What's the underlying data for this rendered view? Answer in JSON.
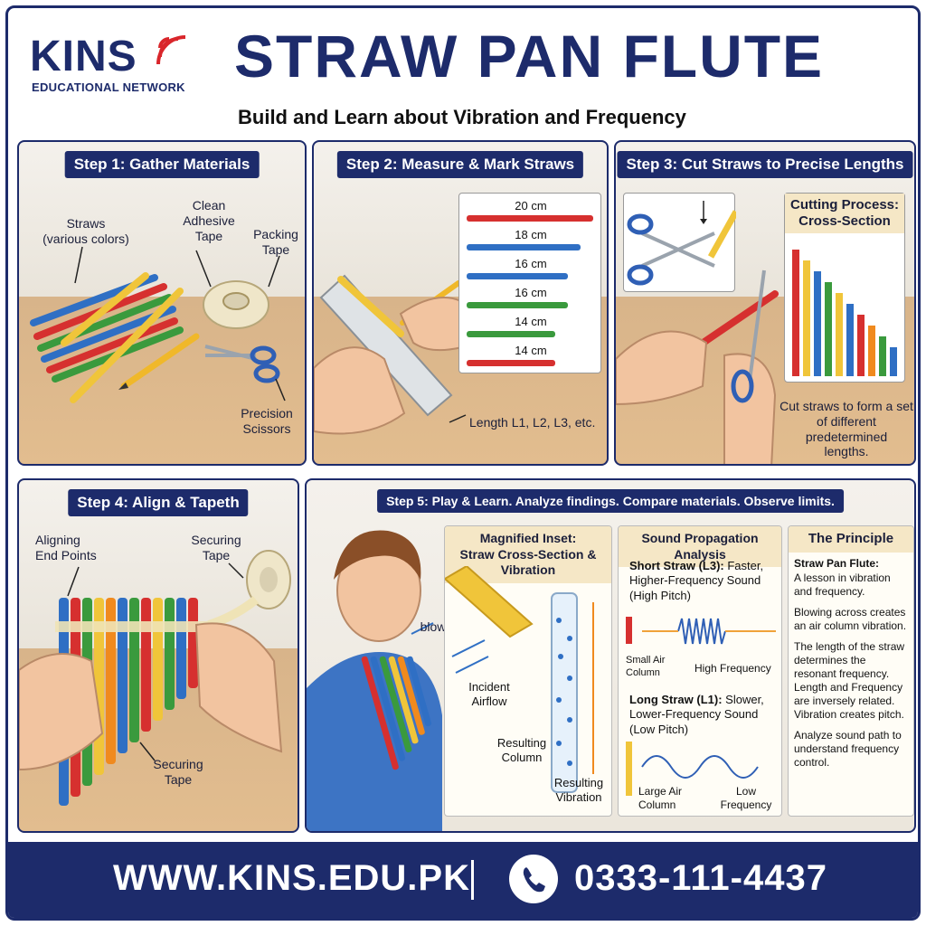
{
  "brand": {
    "name": "KINS",
    "tagline": "EDUCATIONAL NETWORK"
  },
  "header": {
    "title": "STRAW PAN FLUTE",
    "subtitle": "Build and Learn about Vibration and Frequency"
  },
  "step1": {
    "title": "Step 1: Gather Materials",
    "labels": {
      "straws": "Straws\n(various colors)",
      "tape": "Clean\nAdhesive\nTape",
      "packing": "Packing\nTape",
      "scissors": "Precision\nScissors"
    }
  },
  "step2": {
    "title": "Step 2: Measure & Mark Straws",
    "measurements": [
      "20 cm",
      "18 cm",
      "16 cm",
      "16 cm",
      "14 cm",
      "14 cm"
    ],
    "length_label": "Length L1, L2, L3, etc."
  },
  "step3": {
    "title": "Step 3: Cut Straws to Precise Lengths",
    "inset_title": "Cutting Process:\nCross-Section",
    "caption": "Cut straws to form a set\nof different predetermined\nlengths."
  },
  "step4": {
    "title": "Step 4: Align & Tapeth",
    "labels": {
      "align": "Aligning\nEnd Points",
      "securing_top": "Securing\nTape",
      "securing_bottom": "Securing\nTape"
    }
  },
  "step5": {
    "title": "Step 5: Play & Learn. Analyze findings. Compare materials. Observe limits.",
    "blow_label": "blow",
    "magnified": {
      "title": "Magnified Inset:\nStraw Cross-Section & Vibration",
      "incident": "Incident\nAirflow",
      "column": "Resulting\nColumn",
      "vibration": "Resulting\nVibration"
    },
    "analysis": {
      "title": "Sound Propagation Analysis",
      "short_head": "Short Straw (L3):",
      "short_body": " Faster,\nHigher-Frequency Sound\n(High Pitch)",
      "small_air": "Small Air\nColumn",
      "high_freq": "High Frequency",
      "long_head": "Long Straw (L1):",
      "long_body": " Slower,\nLower-Frequency Sound\n(Low Pitch)",
      "large_air": "Large Air\nColumn",
      "low_freq": "Low\nFrequency"
    },
    "principle": {
      "title": "The Principle",
      "head": "Straw Pan Flute:",
      "p1": "A lesson in vibration\nand frequency.",
      "p2": "Blowing across creates\nan air column vibration.",
      "p3": "The length of the straw\ndetermines the\nresonant frequency.\nLength and Frequency\nare inversely related.\nVibration creates pitch.",
      "p4": "Analyze sound path to\nunderstand frequency\ncontrol."
    }
  },
  "footer": {
    "website": "WWW.KINS.EDU.PK",
    "phone": "0333-111-4437"
  },
  "colors": {
    "navy": "#1d2b6b",
    "accent_red": "#d9262b",
    "straw_red": "#d6302f",
    "straw_blue": "#2f6fc4",
    "straw_green": "#3a9a3d",
    "straw_yellow": "#f0c53a",
    "straw_orange": "#f08a1e",
    "wood": "#d8b48a"
  }
}
